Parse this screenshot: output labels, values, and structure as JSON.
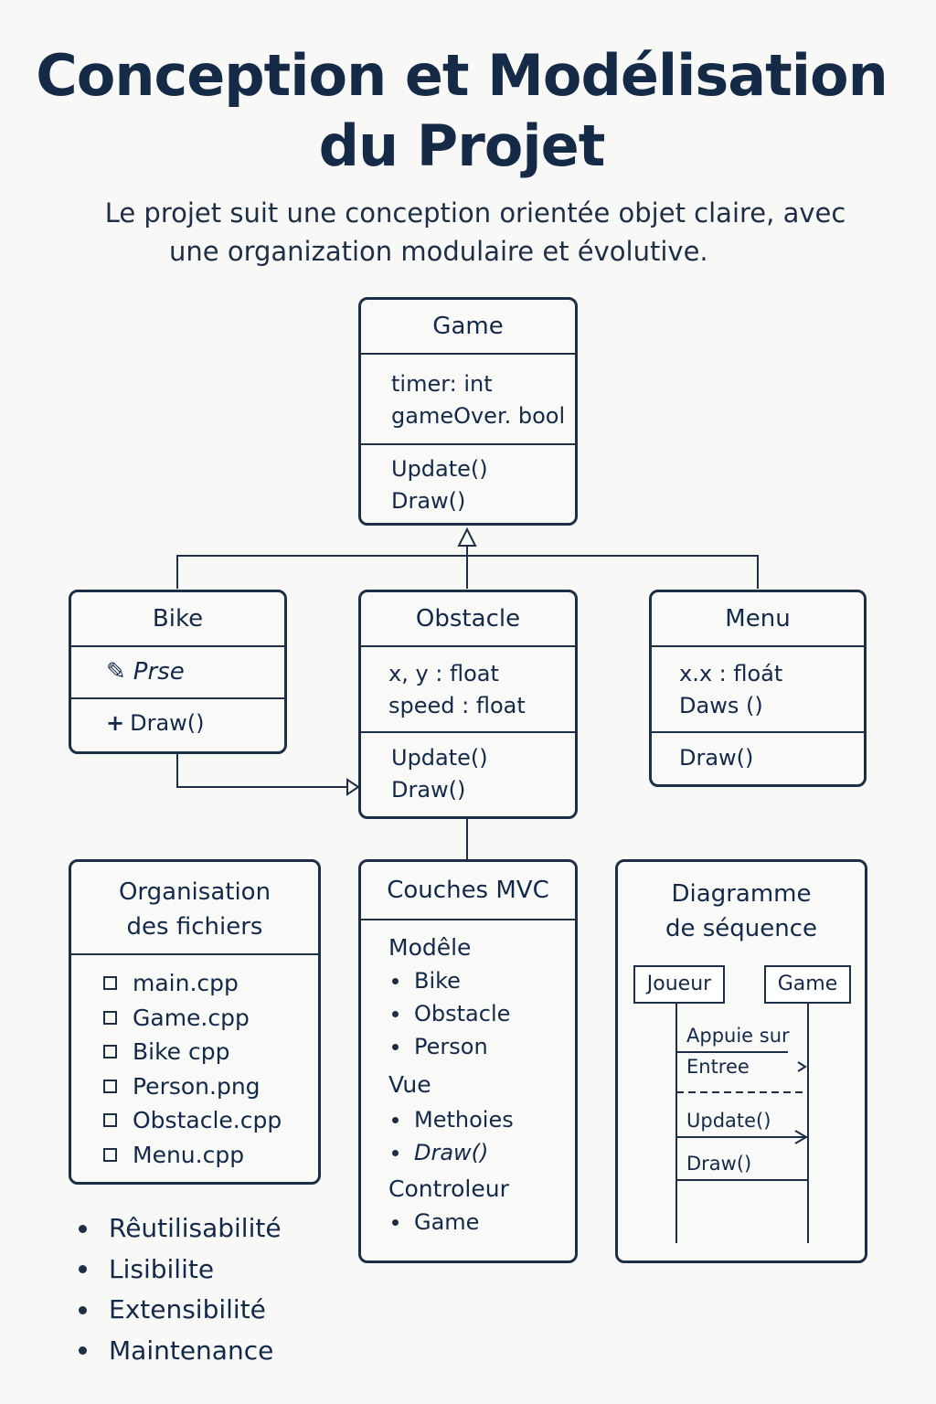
{
  "page": {
    "title_line1": "Conception et Modélisation",
    "title_line2": "du Projet",
    "subtitle_line1": "Le projet suit une conception orientée objet claire, avec",
    "subtitle_line2": "une organization modulaire et évolutive."
  },
  "uml": {
    "game": {
      "name": "Game",
      "attributes": [
        "timer: int",
        "gameOver. bool"
      ],
      "methods": [
        "Update()",
        "Draw()"
      ]
    },
    "bike": {
      "name": "Bike",
      "attribute_icon": "pencil-icon",
      "attribute": "Prse",
      "method_prefix": "+",
      "method": "Draw()"
    },
    "obstacle": {
      "name": "Obstacle",
      "attributes": [
        "x, y : float",
        "speed : float"
      ],
      "methods": [
        "Update()",
        "Draw()"
      ]
    },
    "menu": {
      "name": "Menu",
      "attributes": [
        "x.x : floát",
        "Daws ()"
      ],
      "methods": [
        "Draw()"
      ]
    }
  },
  "files": {
    "title_line1": "Organisation",
    "title_line2": "des fichiers",
    "items": [
      "main.cpp",
      "Game.cpp",
      "Bike cpp",
      "Person.png",
      "Obstacle.cpp",
      "Menu.cpp"
    ]
  },
  "mvc": {
    "title": "Couches MVC",
    "model_label": "Modêle",
    "model_items": [
      "Bike",
      "Obstacle",
      "Person"
    ],
    "view_label": "Vue",
    "view_items": [
      "Methoies",
      "Draw()"
    ],
    "controller_label": "Controleur",
    "controller_items": [
      "Game"
    ]
  },
  "sequence": {
    "title_line1": "Diagramme",
    "title_line2": "de séquence",
    "actor_left": "Joueur",
    "actor_right": "Game",
    "messages": [
      "Appuie sur",
      "Entree",
      "Update()",
      "Draw()"
    ]
  },
  "benefits": [
    "Rêutilisabilité",
    "Lisibilite",
    "Extensibilité",
    "Maintenance"
  ]
}
